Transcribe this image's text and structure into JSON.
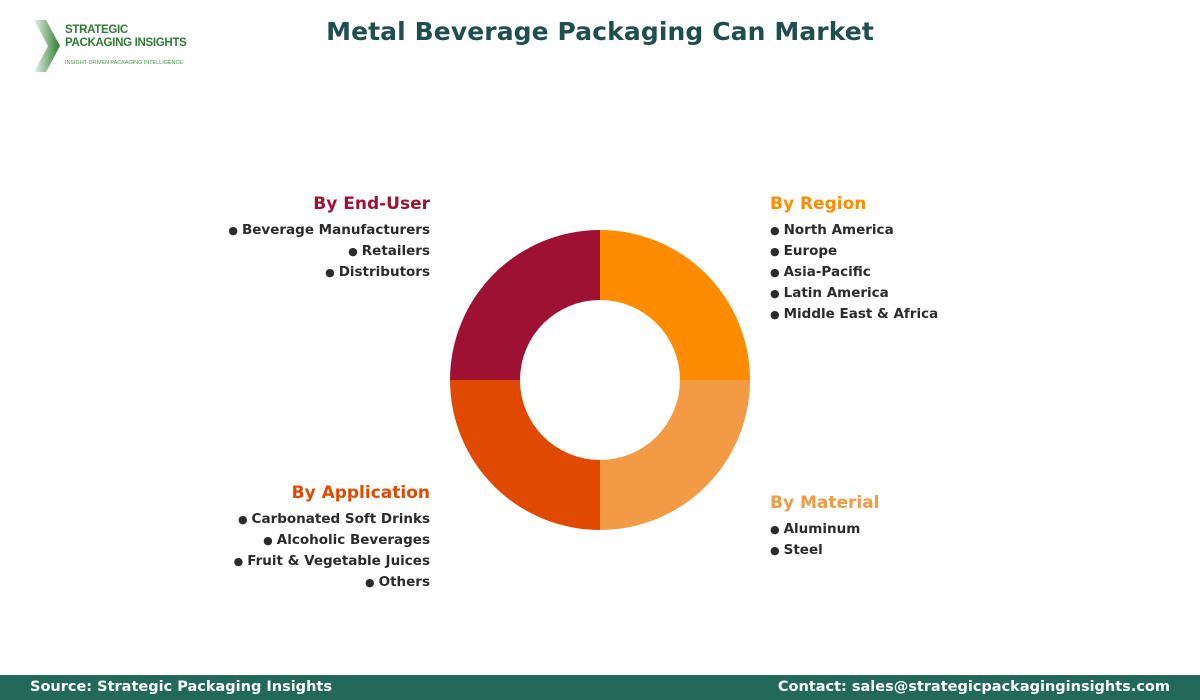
{
  "logo": {
    "line1": "STRATEGIC",
    "line2": "PACKAGING INSIGHTS",
    "tagline": "INSIGHT-DRIVEN PACKAGING INTELLIGENCE"
  },
  "title": "Metal Beverage Packaging Can Market",
  "segments": {
    "end_user": {
      "title": "By End-User",
      "color": "#9e1133",
      "items": [
        "Beverage Manufacturers",
        "Retailers",
        "Distributors"
      ]
    },
    "region": {
      "title": "By Region",
      "color": "#ff8c00",
      "items": [
        "North America",
        "Europe",
        "Asia-Pacific",
        "Latin America",
        "Middle East & Africa"
      ]
    },
    "application": {
      "title": "By Application",
      "color": "#e04a00",
      "items": [
        "Carbonated Soft Drinks",
        "Alcoholic Beverages",
        "Fruit & Vegetable Juices",
        "Others"
      ]
    },
    "material": {
      "title": "By Material",
      "color": "#f39a44",
      "items": [
        "Aluminum",
        "Steel"
      ]
    }
  },
  "chart_data": {
    "type": "pie",
    "subtype": "donut",
    "title": "Metal Beverage Packaging Can Market",
    "categories": [
      "By Region",
      "By Material",
      "By Application",
      "By End-User"
    ],
    "values": [
      25,
      25,
      25,
      25
    ],
    "colors": [
      "#ff8c00",
      "#f39a44",
      "#e04a00",
      "#9e1133"
    ],
    "legend_position": "around"
  },
  "footer": {
    "source": "Source: Strategic Packaging Insights",
    "contact": "Contact: sales@strategicpackaginginsights.com"
  }
}
